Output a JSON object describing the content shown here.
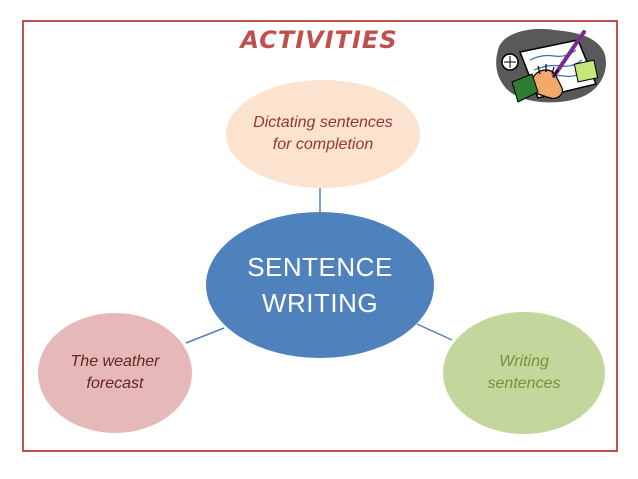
{
  "title": "ACTIVITIES",
  "center_node": "SENTENCE WRITING",
  "nodes": {
    "top": "Dictating sentences for completion",
    "left": "The weather forecast",
    "right": "Writing sentences"
  },
  "colors": {
    "title": "#c0504d",
    "border": "#c0504d",
    "center_fill": "#4f81bd",
    "top_fill": "#fbe3cf",
    "left_fill": "#e6b9b8",
    "right_fill": "#c3d69b",
    "connector": "#4f81bd"
  },
  "clipart_icon": "hand-writing-on-paper-icon"
}
